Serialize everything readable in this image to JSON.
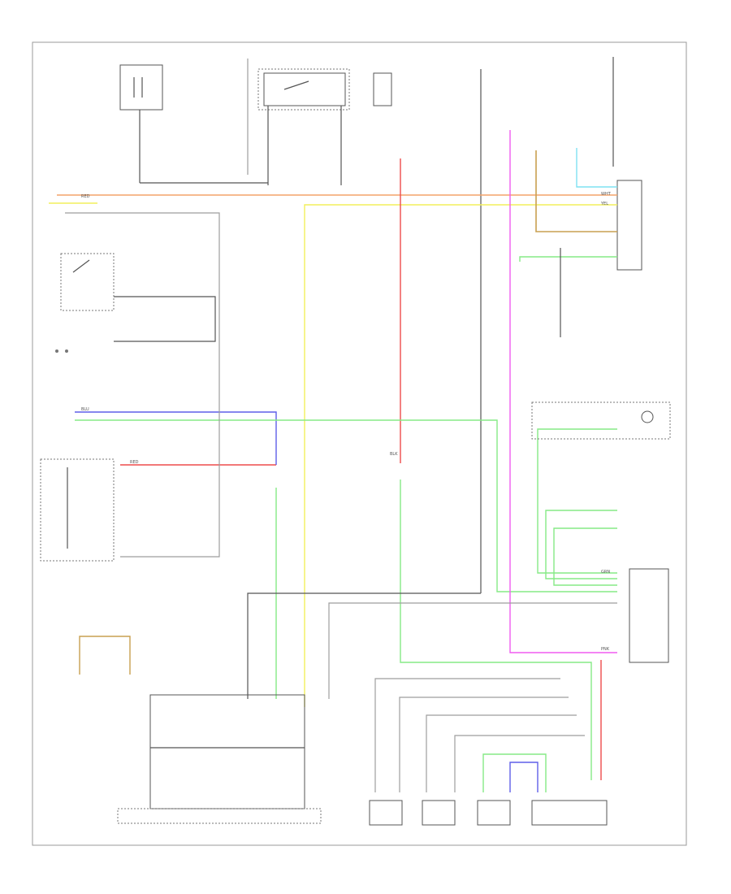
{
  "diagram": {
    "wire_colors": {
      "orange": "#f4a46a",
      "yellow": "#f2ef5c",
      "red": "#ee4b4b",
      "green": "#86ea86",
      "blue": "#5f5fe8",
      "pink": "#f05cf0",
      "cyan": "#7fe2f2",
      "tan": "#c8a050",
      "grey": "#9e9e9e",
      "black": "#555555"
    },
    "labels": {
      "wire_red": "RED",
      "wire_blk": "BLK",
      "wire_wht": "WHT",
      "wire_yel": "YEL",
      "wire_grn": "GRN",
      "wire_blu": "BLU",
      "wire_pnk": "PNK"
    }
  }
}
